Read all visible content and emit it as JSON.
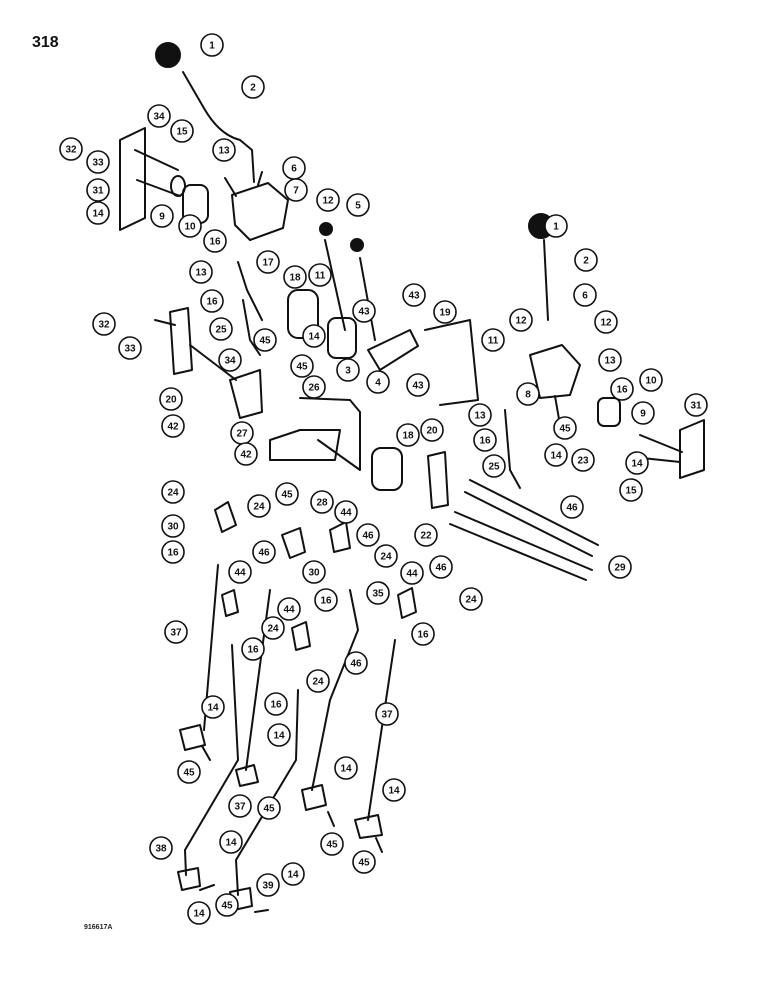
{
  "page_number": "318",
  "figure_code": "916617A",
  "callouts": [
    "1",
    "2",
    "32",
    "34",
    "15",
    "33",
    "13",
    "6",
    "31",
    "7",
    "12",
    "5",
    "9",
    "10",
    "16",
    "14",
    "11",
    "1",
    "13",
    "17",
    "18",
    "2",
    "43",
    "43",
    "19",
    "6",
    "32",
    "16",
    "33",
    "25",
    "14",
    "12",
    "12",
    "11",
    "45",
    "34",
    "3",
    "4",
    "43",
    "13",
    "20",
    "45",
    "8",
    "16",
    "10",
    "9",
    "31",
    "26",
    "13",
    "45",
    "42",
    "27",
    "20",
    "18",
    "16",
    "23",
    "14",
    "14",
    "42",
    "25",
    "15",
    "24",
    "28",
    "46",
    "45",
    "24",
    "44",
    "30",
    "46",
    "22",
    "24",
    "16",
    "30",
    "46",
    "16",
    "35",
    "44",
    "29",
    "44",
    "46",
    "24",
    "37",
    "24",
    "44",
    "16",
    "46",
    "16",
    "24",
    "16",
    "14",
    "37",
    "14",
    "45",
    "14",
    "37",
    "45",
    "14",
    "45",
    "14",
    "38",
    "45",
    "14",
    "39",
    "14",
    "45"
  ]
}
